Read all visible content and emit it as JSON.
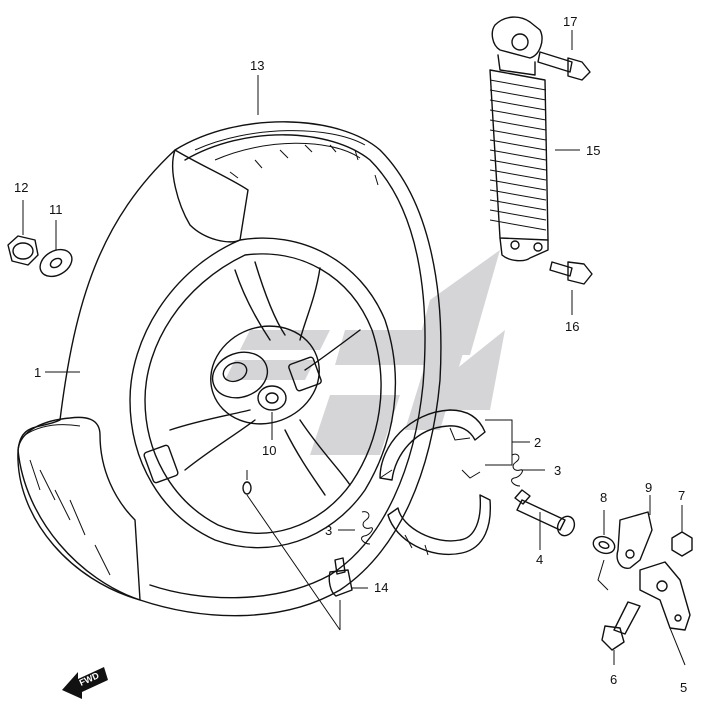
{
  "callouts": {
    "c1": "1",
    "c2": "2",
    "c3a": "3",
    "c3b": "3",
    "c4": "4",
    "c5": "5",
    "c6": "6",
    "c7": "7",
    "c8": "8",
    "c9": "9",
    "c10": "10",
    "c11": "11",
    "c12": "12",
    "c13": "13",
    "c14": "14",
    "c15": "15",
    "c16": "16",
    "c17": "17"
  },
  "direction_marker": {
    "label": "FWD",
    "icon": "fwd-arrow-icon"
  },
  "watermark": {
    "icon": "brand-watermark-icon",
    "color": "#c8c8cc"
  },
  "line_color": "#111111"
}
